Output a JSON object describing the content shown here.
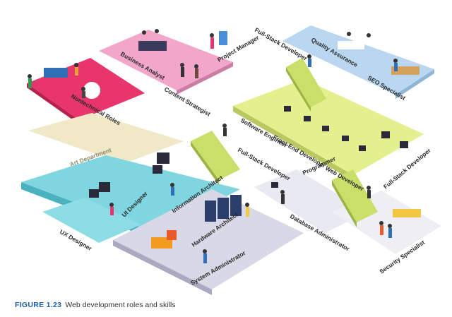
{
  "figure": {
    "number": "FIGURE 1.23",
    "title": "Web development roles and skills"
  },
  "roles": {
    "nontechnical": "Nontechnical Roles",
    "business_analyst": "Business Analyst",
    "content_strategist": "Content Strategist",
    "project_manager": "Project Manager",
    "full_stack_top": "Full-Stack Developer",
    "quality_assurance": "Quality Assurance",
    "seo_specialist": "SEO Specialist",
    "art_department": "Art Department",
    "software_engineer": "Software Engineer",
    "front_end_developer": "Front-End Developer",
    "programmer": "Programmer",
    "full_stack_middle": "Full-Stack Developer",
    "web_developer": "Web Developer",
    "full_stack_right": "Full-Stack Developer",
    "ui_designer": "UI Designer",
    "information_architect": "Information Architect",
    "ux_designer": "UX Designer",
    "hardware_architect": "Hardware Architect",
    "database_administrator": "Database Administrator",
    "system_administrator": "System Administrator",
    "security_specialist": "Security Specialist"
  },
  "colors": {
    "nontechnical_floor": "#e8356b",
    "business_floor": "#f2a6c9",
    "qa_floor": "#b9d7f0",
    "dev_floor": "#e4ef8e",
    "art_floor": "#f1e8c8",
    "design_floor": "#7fd6e0",
    "ops_floor": "#d8d8e6",
    "escalator": "#c8e06a",
    "caption_number": "#1f5fa8"
  }
}
